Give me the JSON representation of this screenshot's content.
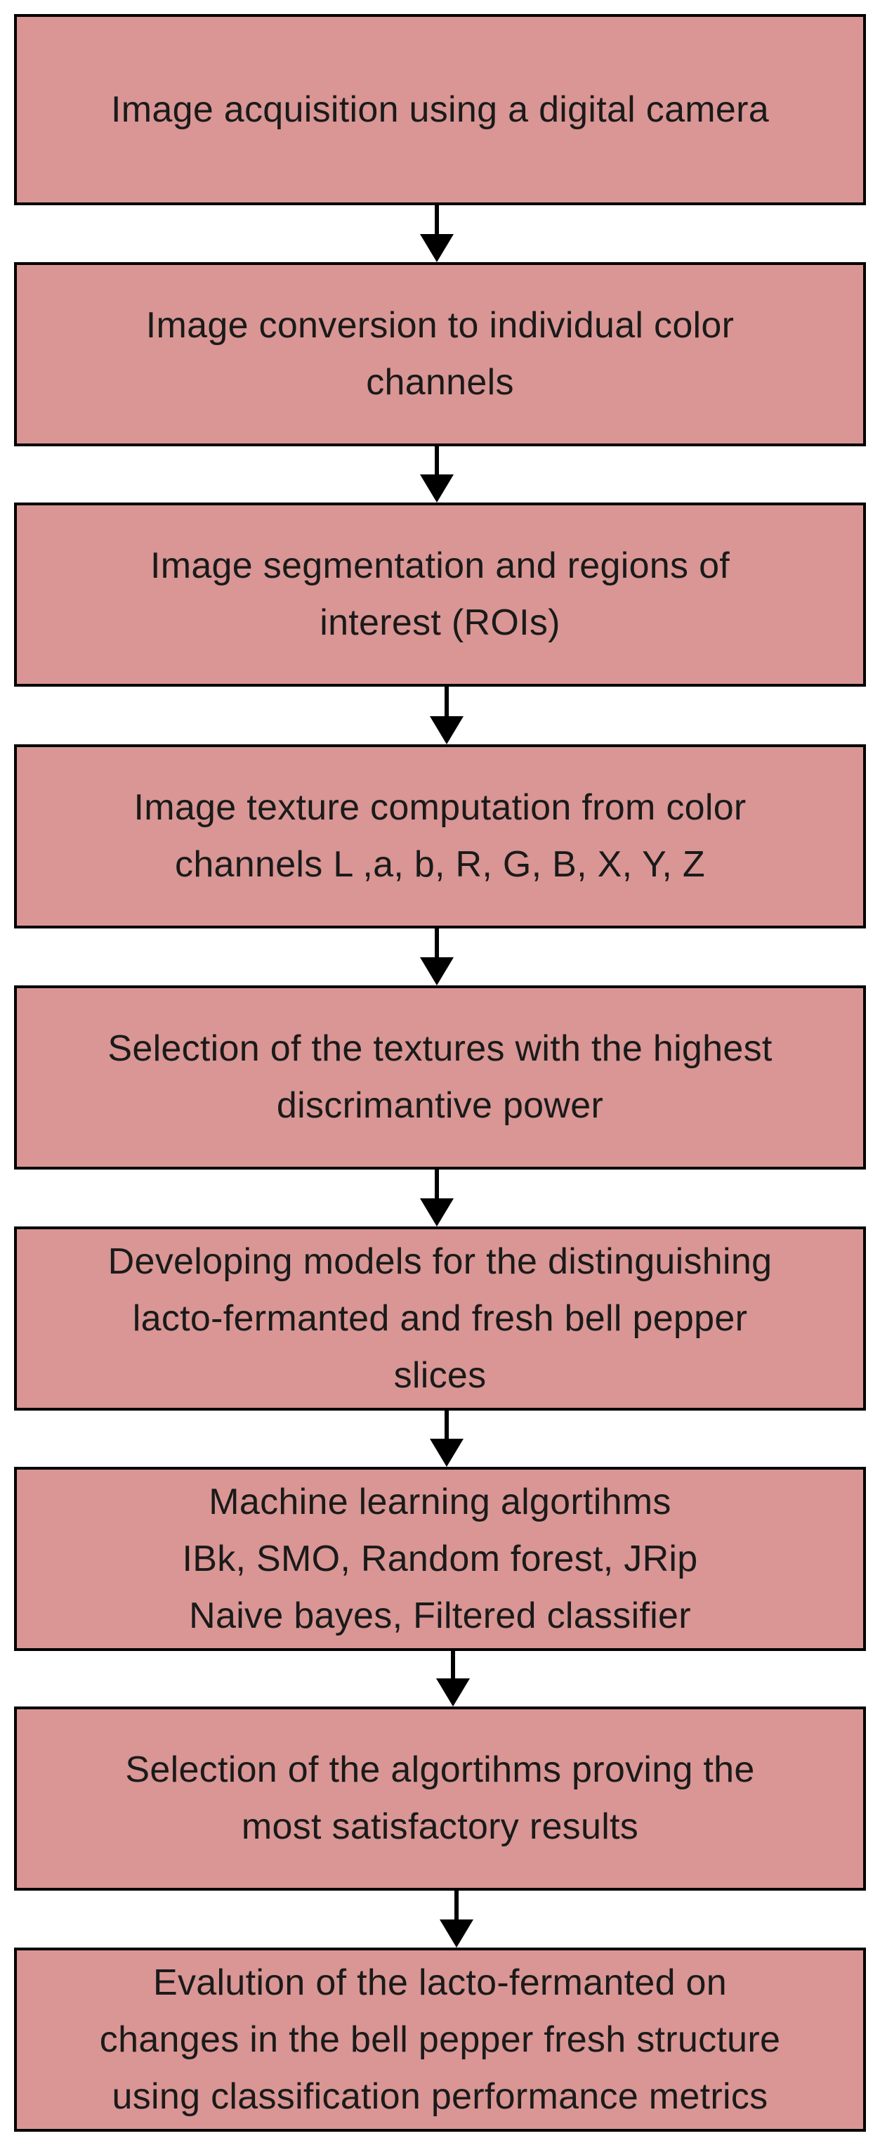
{
  "colors": {
    "box_fill": "#d99694",
    "box_border": "#000000",
    "arrow": "#000000",
    "background": "#ffffff"
  },
  "flowchart": {
    "steps": [
      {
        "lines": [
          "Image acquisition using a digital camera"
        ]
      },
      {
        "lines": [
          "Image conversion to individual color",
          "channels"
        ]
      },
      {
        "lines": [
          "Image segmentation and regions of",
          "interest (ROIs)"
        ]
      },
      {
        "lines": [
          "Image texture computation from color",
          "channels L ,a, b, R, G, B, X, Y, Z"
        ]
      },
      {
        "lines": [
          "Selection of the textures with the highest",
          "discrimantive power"
        ]
      },
      {
        "lines": [
          "Developing models for the distinguishing",
          "lacto-fermanted and fresh bell pepper",
          "slices"
        ]
      },
      {
        "lines": [
          "Machine learning algortihms",
          "IBk, SMO, Random forest, JRip",
          "Naive bayes, Filtered classifier"
        ]
      },
      {
        "lines": [
          "Selection of the algortihms proving the",
          "most satisfactory results"
        ]
      },
      {
        "lines": [
          "Evalution of the lacto-fermanted on",
          "changes in the bell pepper fresh structure",
          "using classification performance metrics"
        ]
      }
    ]
  }
}
